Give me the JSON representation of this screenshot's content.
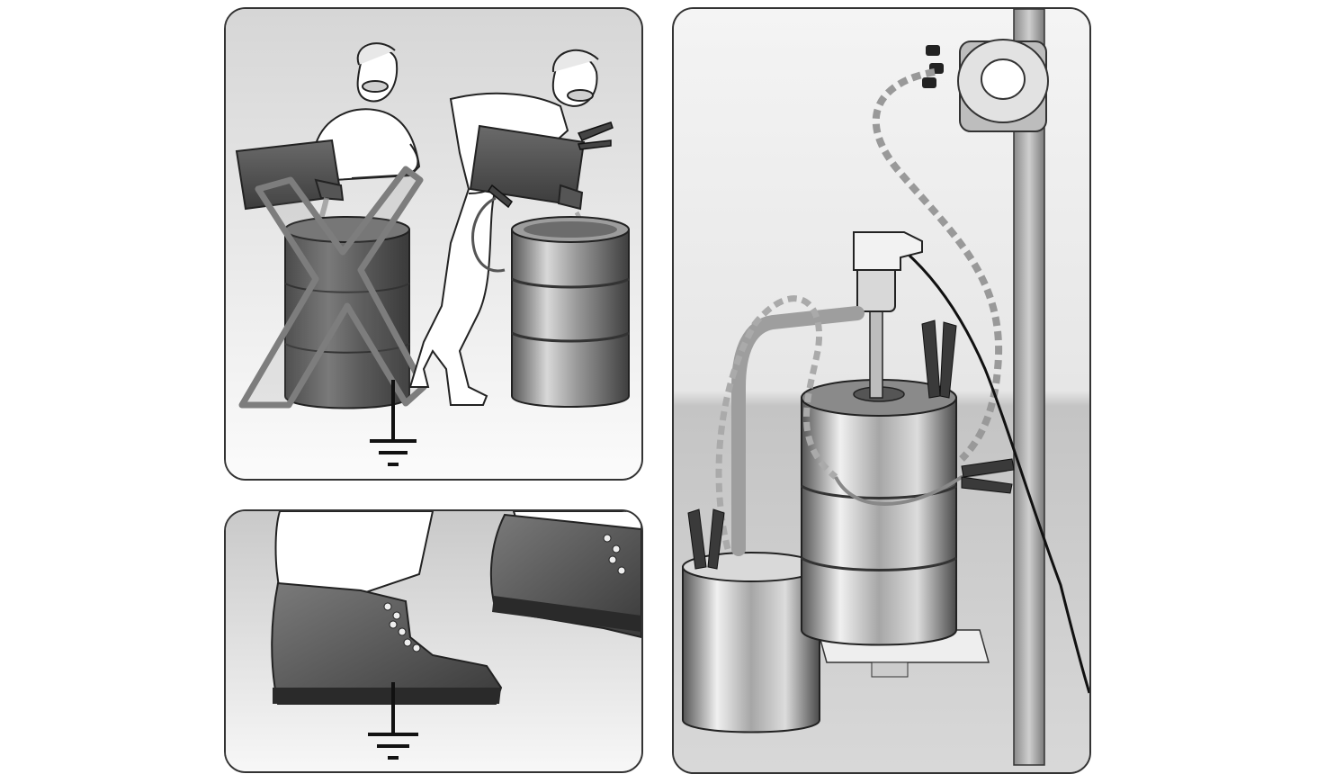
{
  "figure": {
    "panels": [
      {
        "id": "a",
        "scene": "pouring",
        "status": "incorrect"
      },
      {
        "id": "b",
        "scene": "footwear",
        "status": "correct"
      },
      {
        "id": "c",
        "scene": "drum-pump",
        "status": "correct"
      }
    ]
  },
  "colors": {
    "outline": "#1f1f1f",
    "panel_bg_light": "#f6f6f6",
    "panel_bg_dark": "#cfcfcf",
    "drum_dark": "#5a5a5a",
    "drum_mid": "#8c8c8c",
    "metal_light": "#eeeeee",
    "cross_mark": "#7d7d7d"
  },
  "icons": [
    "ground-symbol-icon",
    "cross-mark-icon",
    "clamp-icon",
    "cable-reel-icon"
  ]
}
